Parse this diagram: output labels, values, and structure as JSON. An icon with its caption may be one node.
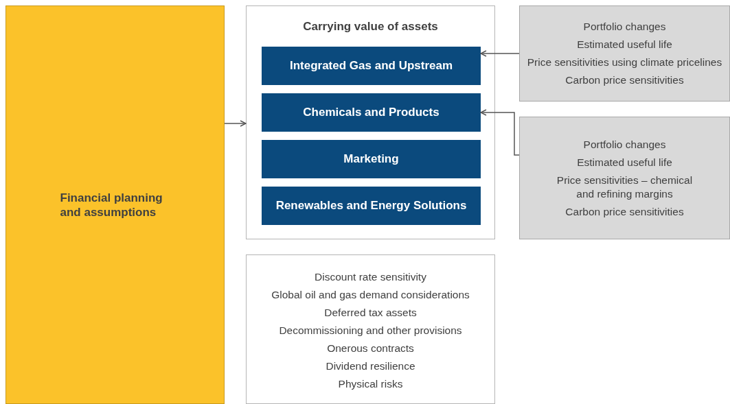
{
  "diagram": {
    "nodes": [
      {
        "text": [
          "Financial planning and assumptions"
        ]
      },
      {
        "text": [
          "Carrying value of assets"
        ]
      },
      {
        "text": [
          "Integrated Gas and Upstream"
        ],
        "in": 1
      },
      {
        "text": [
          "Chemicals and Products"
        ],
        "in": 1
      },
      {
        "text": [
          "Marketing"
        ],
        "in": 1
      },
      {
        "text": [
          "Renewables and Energy Solutions"
        ],
        "in": 1
      },
      {
        "text": [
          "Portfolio changes",
          "Estimated useful life",
          "Price sensitivities using climate pricelines",
          "Carbon price sensitivities"
        ]
      },
      {
        "text": [
          "Portfolio changes",
          "Estimated useful life",
          "Price sensitivities – chemical and refining margins",
          "Carbon price sensitivities"
        ]
      },
      {
        "text": [
          "Discount rate sensitivity",
          "Global oil and gas demand considerations",
          "Deferred tax assets",
          "Decommissioning and other provisions",
          "Onerous contracts",
          "Dividend resilience",
          "Physical risks"
        ]
      }
    ],
    "edges": [
      {
        "from": 0,
        "to": 1,
        "arrow": "to"
      },
      {
        "from": 6,
        "to": 2,
        "arrow": "to"
      },
      {
        "from": 7,
        "to": 3,
        "arrow": "to"
      }
    ]
  }
}
